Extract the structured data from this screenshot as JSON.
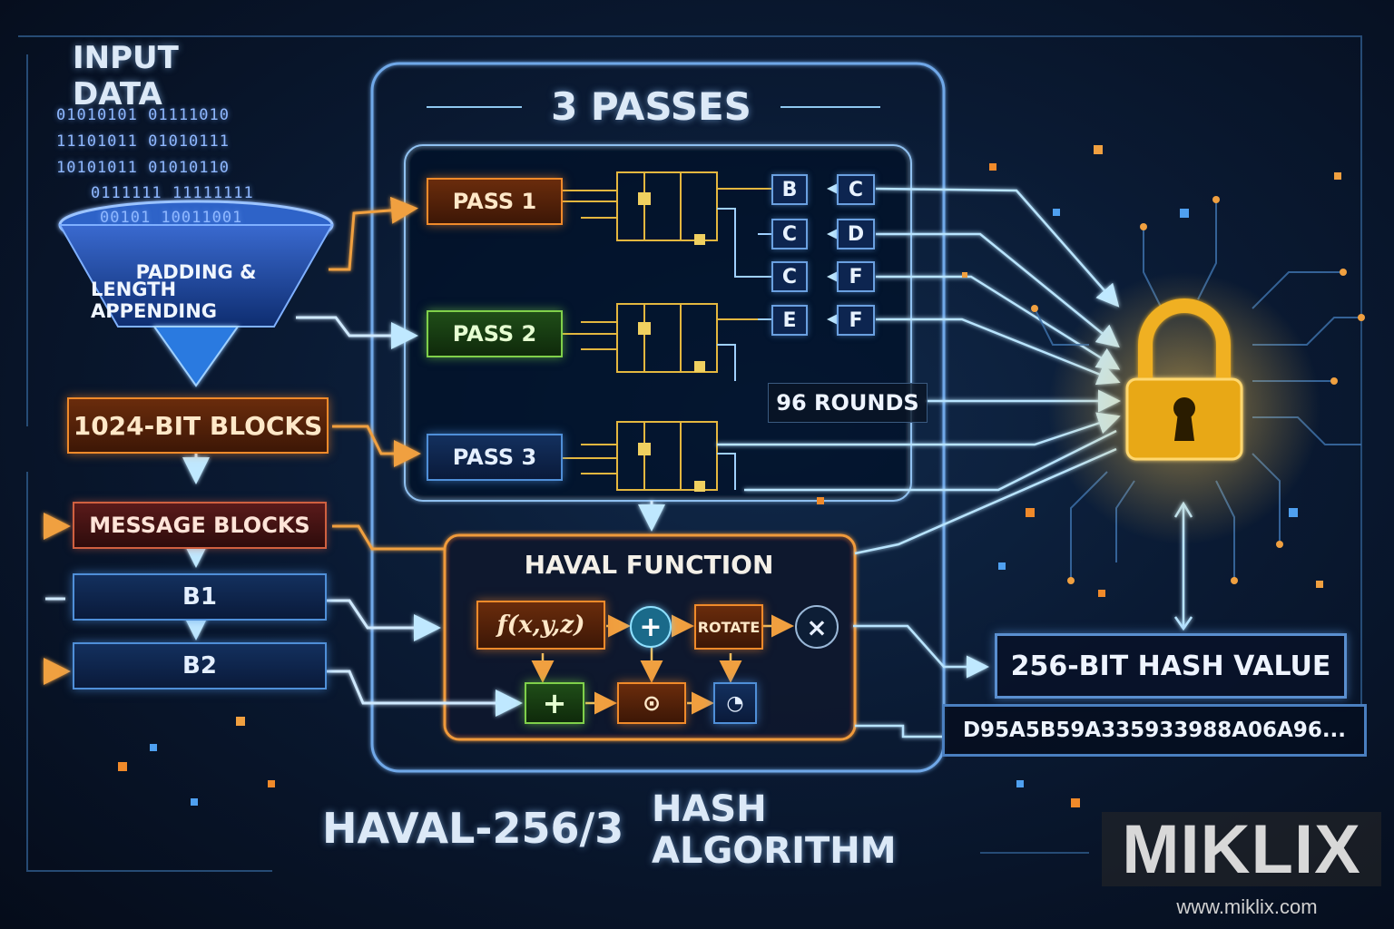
{
  "diagram": {
    "input_label": "INPUT DATA",
    "binary_rows": [
      "01010101 01111010",
      "11101011 01010111",
      "10101011 01010110",
      "0111111 11111111",
      "00101 10011001"
    ],
    "funnel_label": [
      "PADDING &",
      "LENGTH APPENDING"
    ],
    "blocks_1024": "1024-BIT BLOCKS",
    "message_blocks": "MESSAGE BLOCKS",
    "b1": "B1",
    "b2": "B2",
    "passes_title": "3 PASSES",
    "pass1": "PASS 1",
    "pass2": "PASS 2",
    "pass3": "PASS 3",
    "registers": [
      [
        "B",
        "C"
      ],
      [
        "C",
        "D"
      ],
      [
        "C",
        "F"
      ],
      [
        "E",
        "F"
      ]
    ],
    "rounds": "96 ROUNDS",
    "haval_function": "HAVAL FUNCTION",
    "fxyz": "f(x,y,z)",
    "plus": "+",
    "rotate": "ROTATE",
    "times": "×",
    "hash_value_label": "256-BIT HASH VALUE",
    "hash_value": "D95A5B59A335933988A06A96...",
    "main_title": "HAVAL-256/3",
    "main_subtitle": "HASH ALGORITHM",
    "watermark": "MIKLIX",
    "watermark_url": "www.miklix.com"
  },
  "colors": {
    "orange": "#f08a2a",
    "green": "#7fd04a",
    "blue": "#4f8fd8",
    "cyan": "#8fd8ff",
    "gold": "#f0b020"
  }
}
